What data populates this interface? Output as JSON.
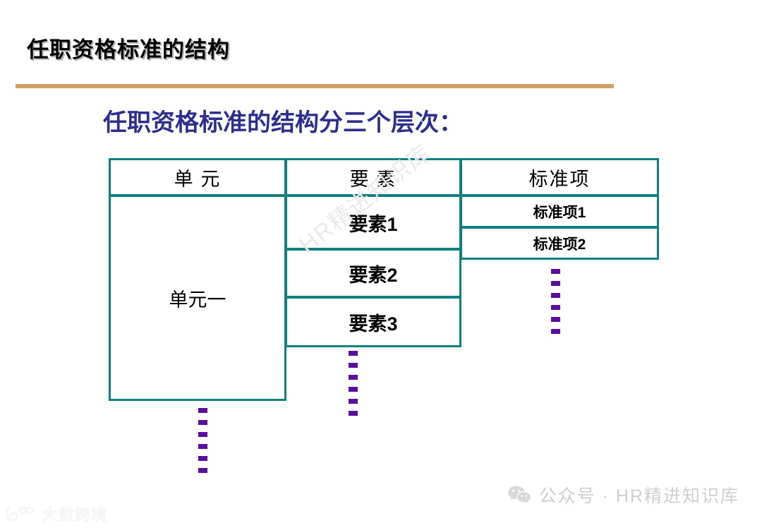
{
  "slide": {
    "title": "任职资格标准的结构",
    "subtitle": "任职资格标准的结构分三个层次：",
    "rule_color": "#cfa063",
    "title_color": "#000000",
    "subtitle_color": "#2e2e8f"
  },
  "table": {
    "border_color": "#0f8080",
    "headers": [
      "单  元",
      "要  素",
      "标准项"
    ],
    "unit_cell": "单元一",
    "elements": [
      "要素1",
      "要素2",
      "要素3"
    ],
    "standard_items": [
      "标准项1",
      "标准项2"
    ],
    "ellipsis_dot_color": "#5a0ea0",
    "ellipsis_dot_count": 6
  },
  "watermarks": {
    "diagonal": "HR精进知识库",
    "logo_text": "大数跨境",
    "logo_icon": "bigdata-crossborder-logo-icon"
  },
  "footer": {
    "icon": "wechat-icon",
    "text": "公众号 · HR精进知识库",
    "text_color": "#cfcfcf"
  }
}
